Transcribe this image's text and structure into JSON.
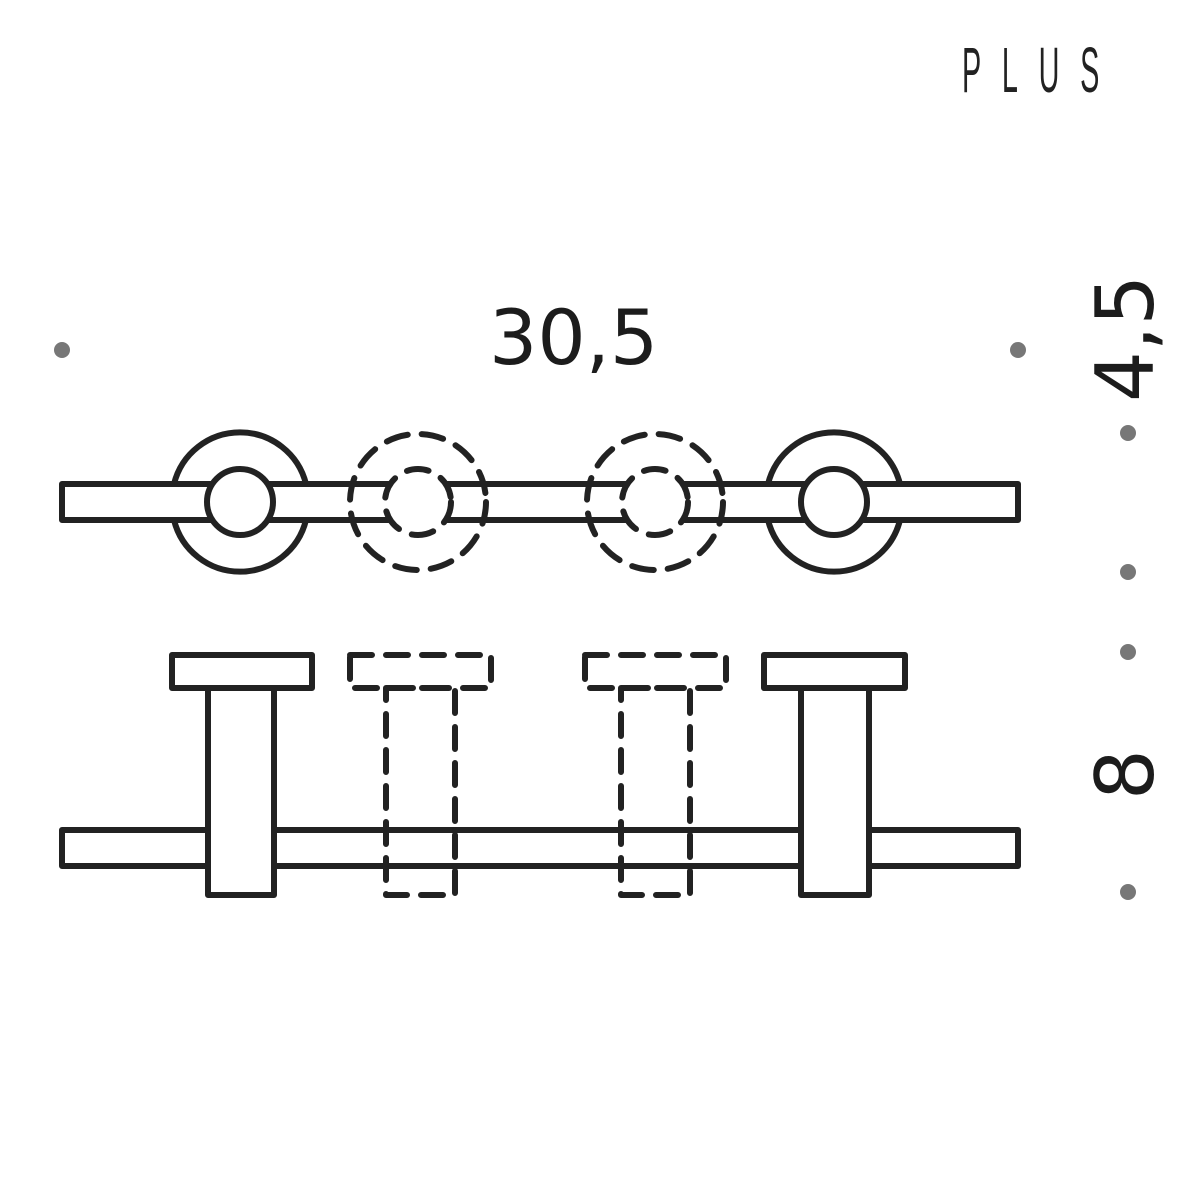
{
  "brand": {
    "label": "PLUS"
  },
  "dimensions": {
    "width": "30,5",
    "depth": "4,5",
    "height": "8"
  },
  "colors": {
    "line": "#222222",
    "dot": "#777777",
    "background": "#ffffff"
  },
  "views": {
    "top_view": {
      "hooks_solid": 2,
      "hooks_dashed_optional": 2
    },
    "side_view": {
      "hooks_solid": 2,
      "hooks_dashed_optional": 2
    }
  }
}
